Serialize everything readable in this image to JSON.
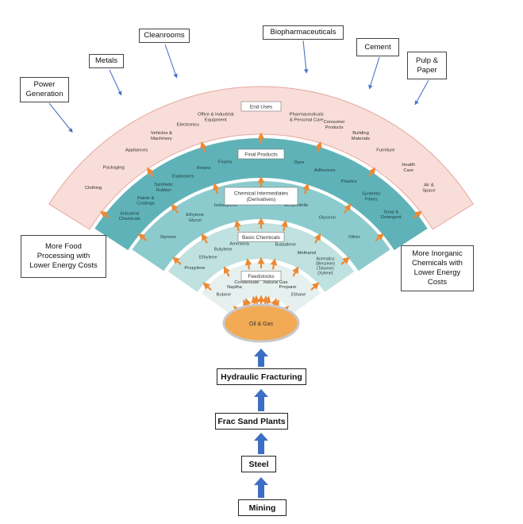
{
  "colors": {
    "end_uses_band": "#f9ddd8",
    "final_products_band": "#5fb3b8",
    "intermediates_band": "#8ccbcd",
    "basic_chemicals_band": "#bfe1df",
    "feedstocks_band": "#e6f1ef",
    "oil_gas_fill": "#f2aa55",
    "orange_arrow": "#ec8a35",
    "blue_arrow": "#3c6fc4",
    "callout_arrow": "#4a73c9"
  },
  "bands": [
    {
      "title": "End Uses",
      "items": [
        "Clothing",
        "Packaging",
        "Appliances",
        "Vehicles &\nMachinery",
        "Electronics",
        "Office & Industrial\nEquipment",
        "Pharmaceuticals\n& Personal Care",
        "Consumer\nProducts",
        "Building\nMaterials",
        "Furniture",
        "Health\nCare",
        "Air &\nSpace"
      ]
    },
    {
      "title": "Final Products",
      "items": [
        "Industrial\nChemicals",
        "Paints &\nCoatings",
        "Synthetic\nRubber",
        "Explosives",
        "Resins",
        "Foams",
        "Dyes",
        "Adhesives",
        "Plastics",
        "Synthetic\nFibers",
        "Soap &\nDetergent"
      ]
    },
    {
      "title": "Chemical Intermediates\n(Derivatives)",
      "items": [
        "Styrene",
        "Ethylene\nGlycol",
        "Isobutylene",
        "Acrylonitrile",
        "Glycerin",
        "Other"
      ]
    },
    {
      "title": "Basic Chemicals",
      "items": [
        "Propylene",
        "Ethylene",
        "Butylene",
        "Ammonia",
        "Butadiene",
        "Methanol",
        "Aromatics\n(Benzene)\n(Toluene)\n(Xylene)"
      ]
    },
    {
      "title": "Feedstocks",
      "items": [
        "Butane",
        "Naptha",
        "Condensate",
        "Natural Gas",
        "Propane",
        "Ethane"
      ]
    }
  ],
  "oil_gas": "Oil & Gas",
  "callouts": [
    "Power\nGeneration",
    "Metals",
    "Cleanrooms",
    "Biopharmaceuticals",
    "Cement",
    "Pulp &\nPaper"
  ],
  "side_notes": {
    "left": "More Food\nProcessing with\nLower Energy Costs",
    "right": "More Inorganic\nChemicals with\nLower Energy\nCosts"
  },
  "chain": [
    "Hydraulic Fracturing",
    "Frac Sand Plants",
    "Steel",
    "Mining"
  ]
}
